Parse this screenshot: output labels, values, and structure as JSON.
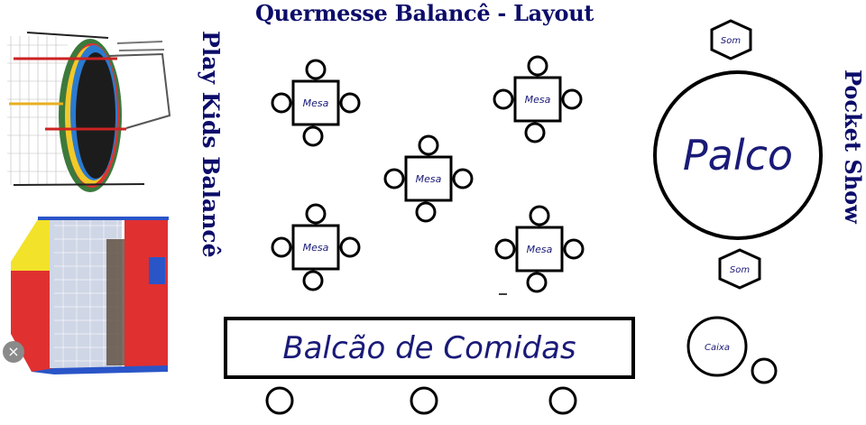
{
  "title": "Quermesse Balancê - Layout",
  "left_label": "Play Kids Balancê",
  "right_label": "Pocket Show",
  "tables": [
    {
      "label": "Mesa"
    },
    {
      "label": "Mesa"
    },
    {
      "label": "Mesa"
    },
    {
      "label": "Mesa"
    },
    {
      "label": "Mesa"
    }
  ],
  "counter_label": "Balcão de Comidas",
  "stage_label": "Palco",
  "speakers": [
    {
      "label": "Som"
    },
    {
      "label": "Som"
    }
  ],
  "cashier_label": "Caixa",
  "images": [
    {
      "name": "trampoline-image"
    },
    {
      "name": "ball-pit-image"
    }
  ],
  "close_icon": "×"
}
